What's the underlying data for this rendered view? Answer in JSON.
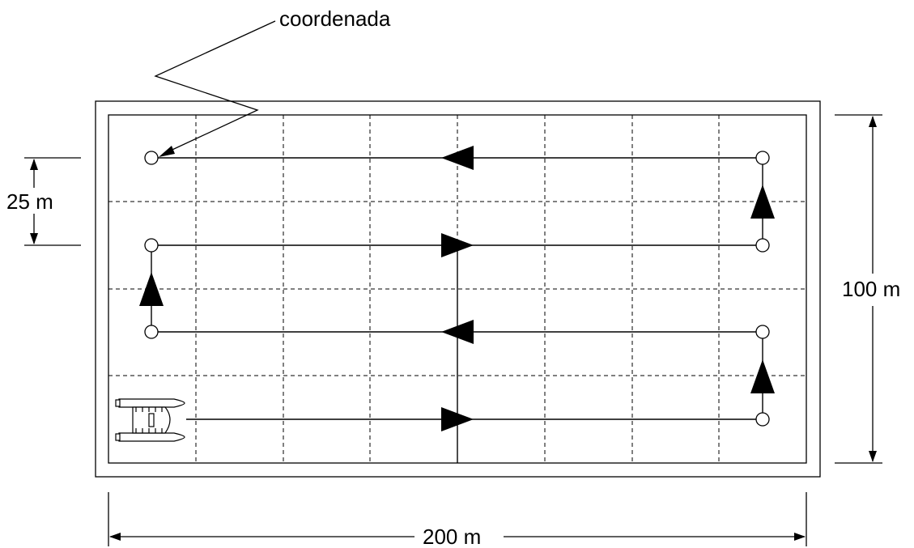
{
  "annotation": {
    "text": "coordenada"
  },
  "dimensions": {
    "row_spacing": "25 m",
    "height": "100 m",
    "width": "200 m"
  },
  "colors": {
    "stroke": "#000000",
    "background": "#ffffff"
  },
  "icons": [
    "boat-icon",
    "waypoint-circle",
    "direction-arrow"
  ]
}
